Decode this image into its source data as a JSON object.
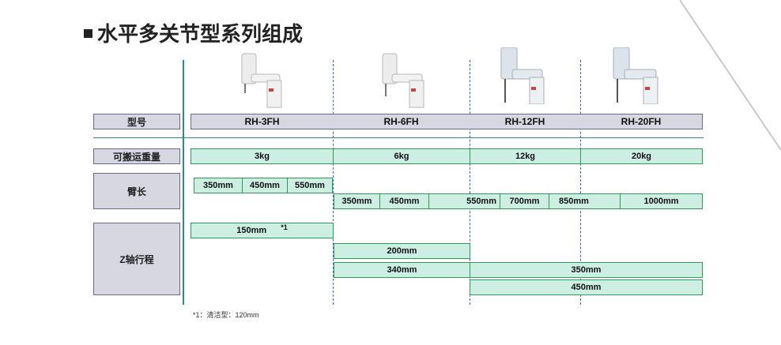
{
  "title": "水平多关节型系列组成",
  "row_labels": {
    "model": "型号",
    "payload": "可搬运重量",
    "arm": "臂长",
    "z_stroke": "Z轴行程"
  },
  "models": [
    "RH-3FH",
    "RH-6FH",
    "RH-12FH",
    "RH-20FH"
  ],
  "payload": [
    "3kg",
    "6kg",
    "12kg",
    "20kg"
  ],
  "arm_3fh": [
    "350mm",
    "450mm",
    "550mm"
  ],
  "arm_6_20": [
    "350mm",
    "450mm",
    "550mm",
    "700mm",
    "850mm",
    "1000mm"
  ],
  "z_stroke": {
    "s150": "150mm",
    "s150_note": "*1",
    "s200": "200mm",
    "s340": "340mm",
    "s350": "350mm",
    "s450": "450mm"
  },
  "footnote": "*1：清洁型：120mm",
  "colors": {
    "cell_fill": "#cdeee3",
    "cell_border": "#2e9a55",
    "label_fill": "#d7d7e2",
    "label_border": "#6a6a88",
    "axis_line": "#2e8a8a",
    "dash_line": "#3a6aa8"
  }
}
